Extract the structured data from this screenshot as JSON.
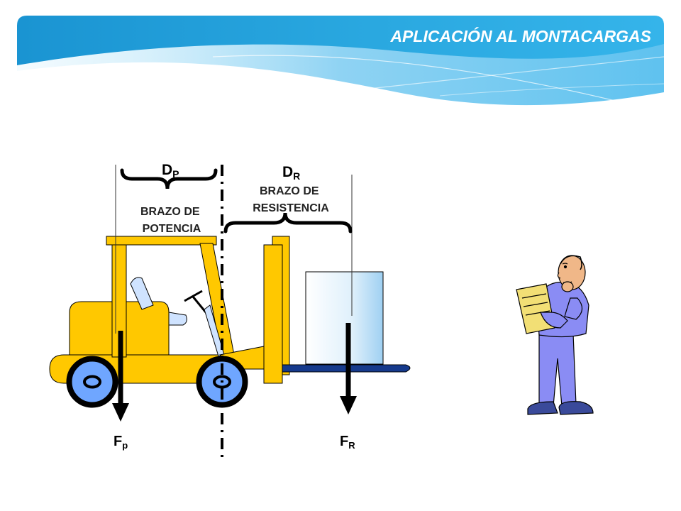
{
  "slide": {
    "title": "APLICACIÓN AL MONTACARGAS"
  },
  "diagram": {
    "dp_label": {
      "main": "D",
      "sub": "P"
    },
    "dr_label": {
      "main": "D",
      "sub": "R"
    },
    "potencia_label": {
      "lines": [
        "BRAZO DE",
        "POTENCIA"
      ]
    },
    "resistencia_label": {
      "lines": [
        "BRAZO DE",
        "RESISTENCIA"
      ]
    },
    "fp_label": {
      "main": "F",
      "sub": "p"
    },
    "fr_label": {
      "main": "F",
      "sub": "R"
    }
  },
  "colors": {
    "header_blue": "#1e9ad6",
    "header_light": "#8fd3f3",
    "forklift_yellow": "#ffc800",
    "wheel_blue": "#6fa6ff",
    "fork_blue": "#163a8c",
    "worker_suit": "#8a8cf4",
    "skin": "#f0b788"
  }
}
